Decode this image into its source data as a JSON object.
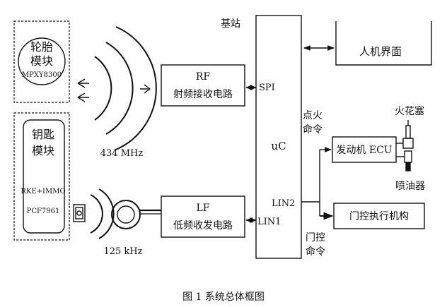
{
  "caption": "图 1  系统总体框图",
  "tire": {
    "line1": "轮胎",
    "line2": "模块",
    "chip": "MPXY8300"
  },
  "key": {
    "line1": "钥匙",
    "line2": "模块",
    "line3": "RKE+IMMO",
    "chip": "PCF7961"
  },
  "freq_high": "434 MHz",
  "freq_low": "125 kHz",
  "rf": {
    "title": "RF",
    "subtitle": "射频接收电路"
  },
  "lf": {
    "title": "LF",
    "subtitle": "低频收发电路"
  },
  "base": {
    "title": "基站",
    "uc": "uC",
    "spi": "SPI",
    "lin1": "LIN1",
    "lin2": "LIN2"
  },
  "hmi": "人机界面",
  "ignition_cmd": {
    "line1": "点火",
    "line2": "命令"
  },
  "door_cmd": {
    "line1": "门控",
    "line2": "命令"
  },
  "ecu": "发动机 ECU",
  "door_actuator": "门控执行机构",
  "spark_plug": "火花塞",
  "injector": "喷油器"
}
